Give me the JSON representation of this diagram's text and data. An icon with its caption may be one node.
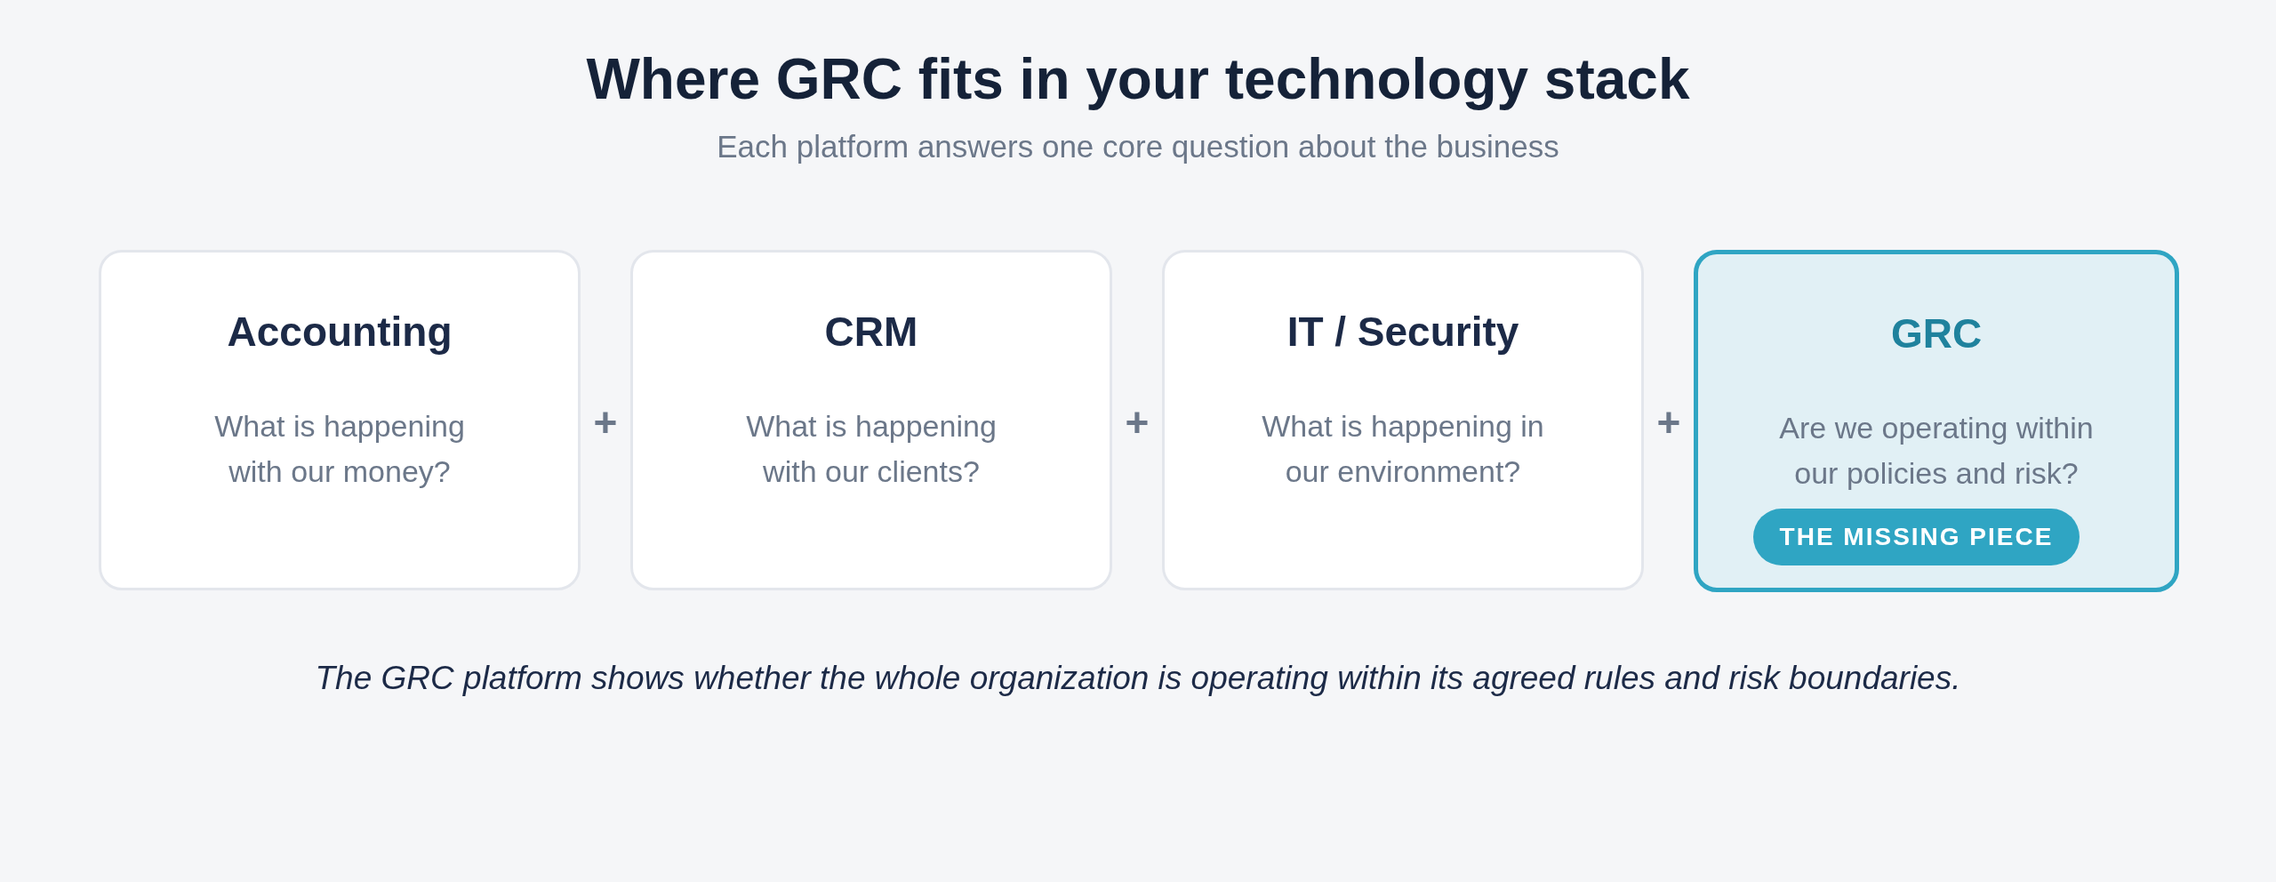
{
  "diagram": {
    "title": "Where GRC fits in your technology stack",
    "caption": "The GRC platform shows whether the whole organization is operating within its agreed rules and risk boundaries.",
    "nodes": [
      {
        "text": [
          "Accounting",
          "What is happening with our money?"
        ]
      },
      {
        "text": [
          "CRM",
          "What is happening with our clients?"
        ]
      },
      {
        "text": [
          "IT / Security",
          "What is happening in our environment?"
        ]
      },
      {
        "text": [
          "GRC",
          "Are we operating within our policies and risk?"
        ]
      },
      {
        "text": [
          "THE MISSING PIECE"
        ],
        "in": 3
      }
    ],
    "edges": [],
    "labels": [
      "Each platform answers one core question about the business",
      "+",
      "+",
      "+"
    ]
  }
}
